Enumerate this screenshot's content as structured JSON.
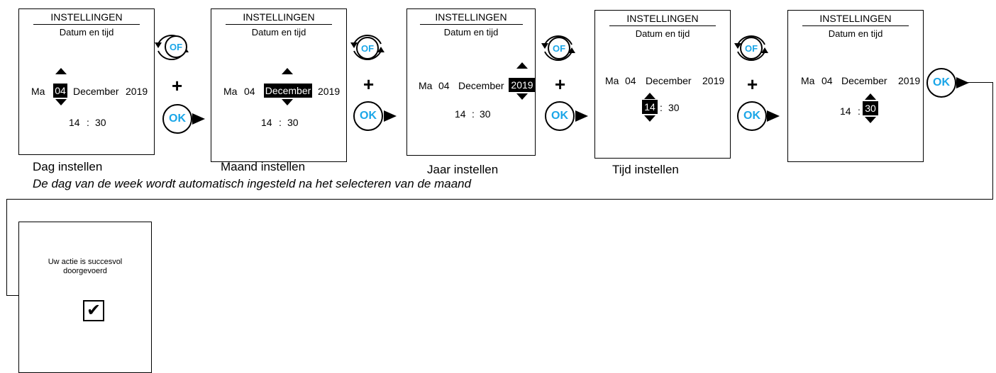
{
  "screen": {
    "title": "INSTELLINGEN",
    "subtitle": "Datum en tijd",
    "weekday": "Ma",
    "day": "04",
    "month": "December",
    "year": "2019",
    "hour": "14",
    "separator": ":",
    "minute": "30"
  },
  "buttons": {
    "rotate_label": "OF",
    "ok_label": "OK",
    "plus": "+"
  },
  "captions": {
    "step1": "Dag instellen",
    "step2": "Maand instellen",
    "step3": "Jaar instellen",
    "step4": "Tijd instellen",
    "note": "De dag van de week wordt automatisch ingesteld na het selecteren van de maand"
  },
  "success": {
    "line1": "Uw actie is succesvol",
    "line2": "doorgevoerd",
    "check": "✔"
  },
  "colors": {
    "button_text": "#1aa6e8",
    "highlight": "#000000"
  }
}
